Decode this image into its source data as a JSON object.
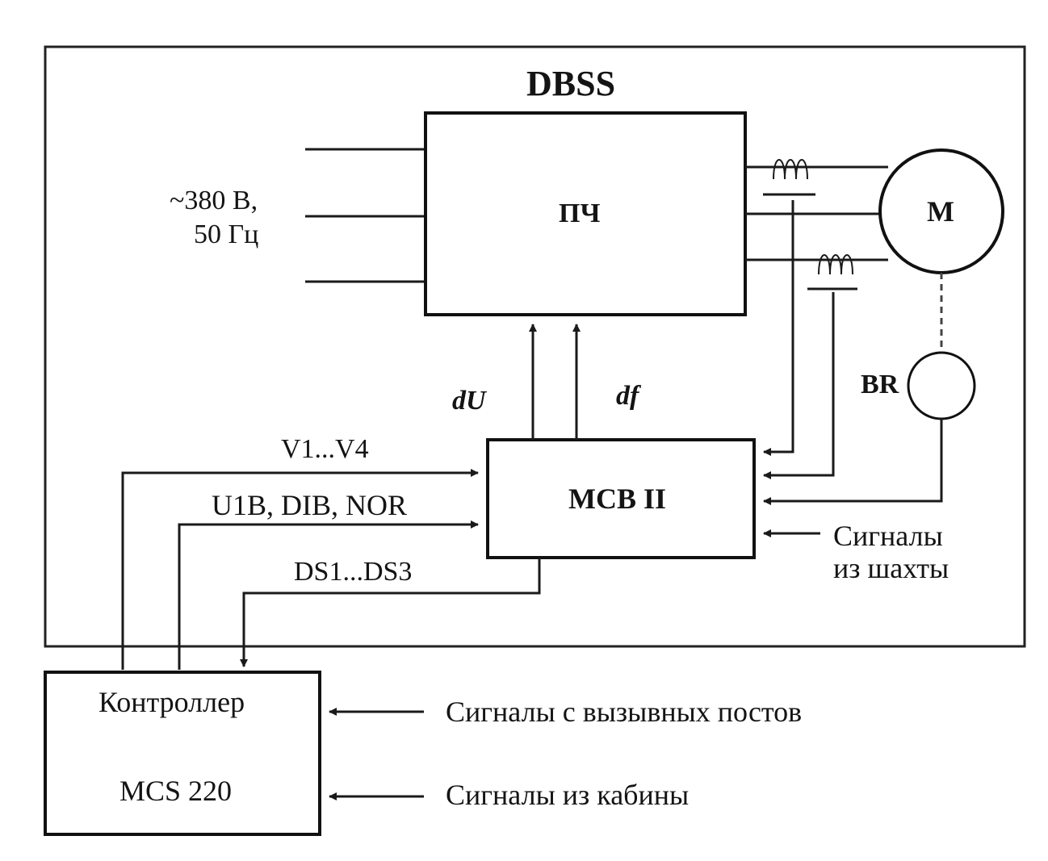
{
  "system": {
    "title": "DBSS"
  },
  "power_input": {
    "line1": "~380 В,",
    "line2": "50 Гц"
  },
  "blocks": {
    "converter": "ПЧ",
    "motor": "M",
    "encoder": "BR",
    "control_board": "MCB II",
    "controller_line1": "Контроллер",
    "controller_line2": "MCS 220"
  },
  "signals": {
    "du": "dU",
    "df": "df",
    "v1_v4": "V1...V4",
    "u1b_dib_nor": "U1B, DIB, NOR",
    "ds1_ds3": "DS1...DS3",
    "shaft_line1": "Сигналы",
    "shaft_line2": "из шахты",
    "call_posts": "Сигналы с вызывных постов",
    "cabin": "Сигналы из кабины"
  }
}
